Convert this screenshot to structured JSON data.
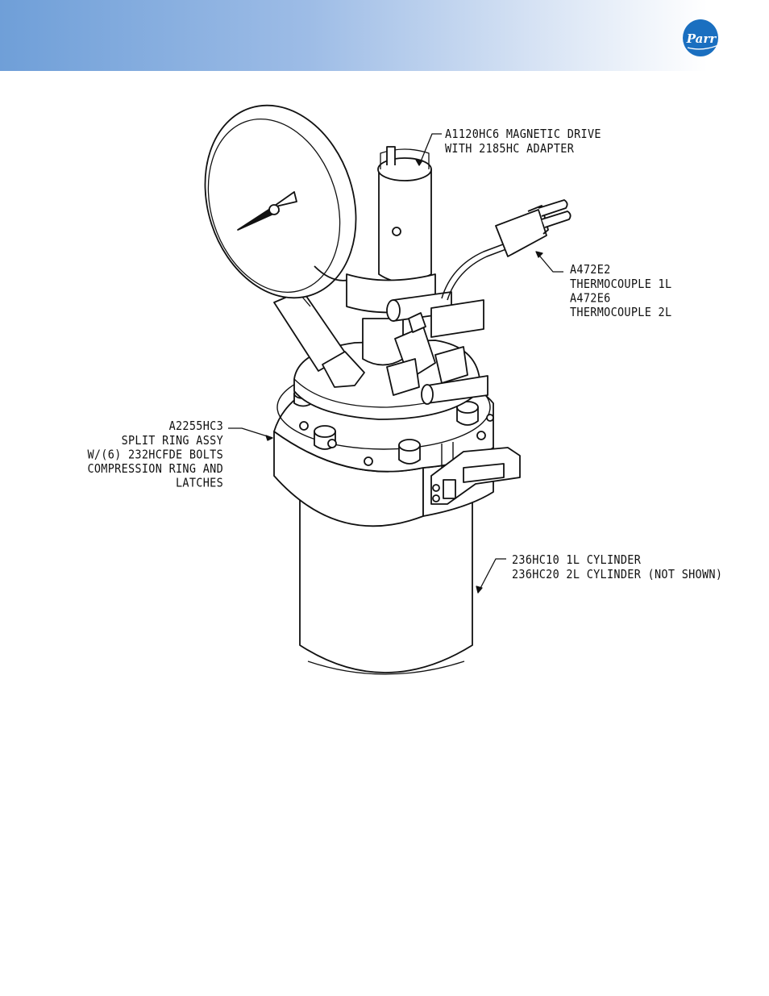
{
  "header": {
    "logo_text": "Parr",
    "brand_color": "#1a6fc0",
    "band_colors": [
      "#6f9fd8",
      "#ffffff"
    ]
  },
  "callouts": {
    "magnetic_drive": {
      "line1": "A1120HC6 MAGNETIC DRIVE",
      "line2": "WITH 2185HC ADAPTER"
    },
    "thermocouple": {
      "line1": "A472E2",
      "line2": "THERMOCOUPLE 1L",
      "line3": "A472E6",
      "line4": "THERMOCOUPLE 2L"
    },
    "split_ring": {
      "line1": "A2255HC3",
      "line2": "SPLIT RING ASSY",
      "line3": "W/(6) 232HCFDE BOLTS",
      "line4": "COMPRESSION RING AND",
      "line5": "LATCHES"
    },
    "cylinder": {
      "line1": "236HC10 1L CYLINDER",
      "line2": "236HC20 2L CYLINDER (NOT SHOWN)"
    }
  }
}
